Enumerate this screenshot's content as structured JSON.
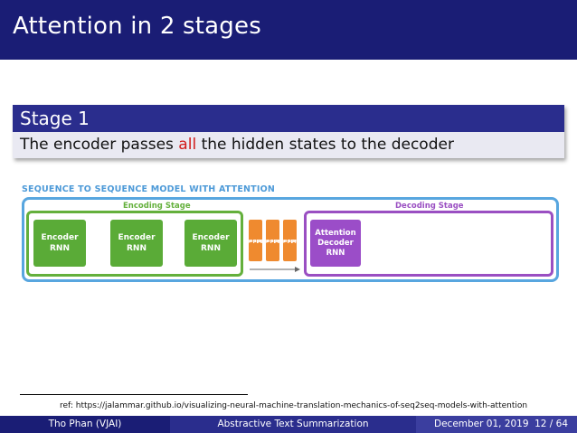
{
  "slide": {
    "title": "Attention in 2 stages"
  },
  "block": {
    "title": "Stage 1",
    "text_before": "The encoder passes ",
    "text_highlight": "all",
    "text_after": " the hidden states to the decoder"
  },
  "diagram": {
    "title": "SEQUENCE TO SEQUENCE MODEL WITH ATTENTION",
    "encoding_stage": "Encoding Stage",
    "decoding_stage": "Decoding Stage",
    "encoders": [
      {
        "line1": "Encoder",
        "line2": "RNN"
      },
      {
        "line1": "Encoder",
        "line2": "RNN"
      },
      {
        "line1": "Encoder",
        "line2": "RNN"
      }
    ],
    "hidden_states": [
      {
        "line1": "Hidden",
        "line2": "State #1"
      },
      {
        "line1": "Hidden",
        "line2": "State #2"
      },
      {
        "line1": "Hidden",
        "line2": "State #3"
      }
    ],
    "decoder": {
      "line1": "Attention",
      "line2": "Decoder",
      "line3": "RNN"
    },
    "colors": {
      "encoder": "#5aab37",
      "decoder": "#9b4dc8",
      "hidden_state": "#ef8a2f",
      "outer_border": "#58a6df"
    }
  },
  "footnote": {
    "text": "ref: https://jalammar.github.io/visualizing-neural-machine-translation-mechanics-of-seq2seq-models-with-attention"
  },
  "footer": {
    "author": "Tho Phan (VJAI)",
    "talk_title": "Abstractive Text Summarization",
    "date": "December 01, 2019",
    "page": "12 / 64"
  },
  "theme": {
    "title_bg": "#1a1d75",
    "highlight": "#d21a1a"
  }
}
